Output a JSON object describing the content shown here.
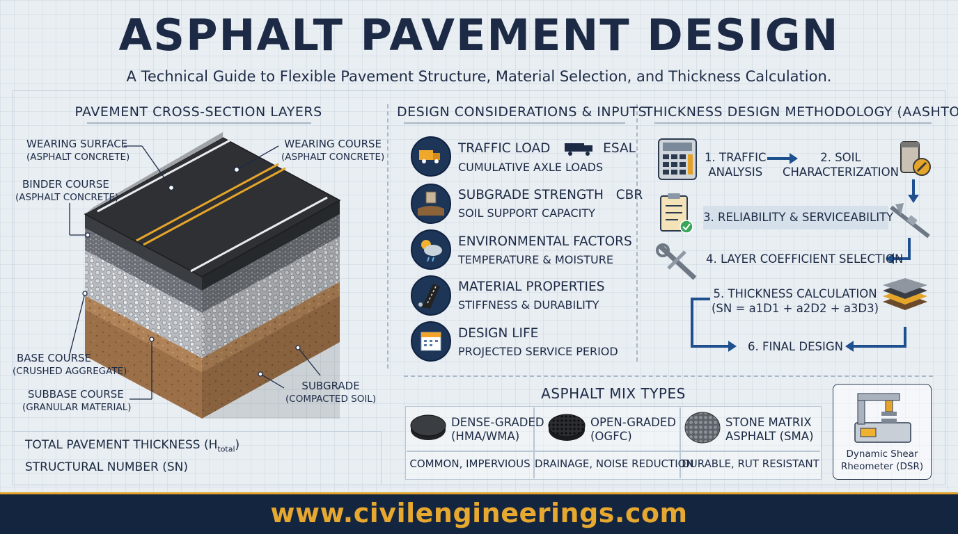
{
  "header": {
    "title": "ASPHALT PAVEMENT DESIGN",
    "subtitle": "A Technical Guide to Flexible Pavement Structure, Material Selection, and Thickness Calculation."
  },
  "cross_section": {
    "heading": "PAVEMENT CROSS-SECTION LAYERS",
    "labels": [
      {
        "name": "WEARING SURFACE",
        "sub": "(ASPHALT CONCRETE)"
      },
      {
        "name": "WEARING COURSE",
        "sub": "(ASPHALT CONCRETE)"
      },
      {
        "name": "BINDER COURSE",
        "sub": "(ASPHALT CONCRETE)"
      },
      {
        "name": "BASE COURSE",
        "sub": "(CRUSHED AGGREGATE)"
      },
      {
        "name": "SUBBASE COURSE",
        "sub": "(GRANULAR MATERIAL)"
      },
      {
        "name": "SUBGRADE",
        "sub": "(COMPACTED SOIL)"
      }
    ],
    "total_thickness": "TOTAL PAVEMENT THICKNESS (H",
    "total_sub": "total",
    "total_close": ")",
    "structural_number": "STRUCTURAL NUMBER (SN)"
  },
  "considerations": {
    "heading": "DESIGN CONSIDERATIONS & INPUTS",
    "items": [
      {
        "title": "TRAFFIC LOAD",
        "extra": "ESAL",
        "sub": "CUMULATIVE AXLE LOADS",
        "icon": "truck-icon"
      },
      {
        "title": "SUBGRADE STRENGTH",
        "extra": "CBR",
        "sub": "SOIL SUPPORT CAPACITY",
        "icon": "soil-sample-icon"
      },
      {
        "title": "ENVIRONMENTAL FACTORS",
        "extra": "",
        "sub": "TEMPERATURE & MOISTURE",
        "icon": "weather-icon"
      },
      {
        "title": "MATERIAL PROPERTIES",
        "extra": "",
        "sub": "STIFFNESS & DURABILITY",
        "icon": "road-material-icon"
      },
      {
        "title": "DESIGN LIFE",
        "extra": "",
        "sub": "PROJECTED SERVICE PERIOD",
        "icon": "calendar-icon"
      }
    ]
  },
  "methodology": {
    "heading": "THICKNESS DESIGN METHODOLOGY (AASHTO)",
    "steps": {
      "s1a": "1. TRAFFIC",
      "s1b": "ANALYSIS",
      "s2a": "2. SOIL",
      "s2b": "CHARACTERIZATION",
      "s3": "3. RELIABILITY & SERVICEABILITY",
      "s4": "4. LAYER COEFFICIENT SELECTION",
      "s5a": "5. THICKNESS CALCULATION",
      "s5b": "(SN = a1D1 + a2D2 + a3D3)",
      "s6": "6. FINAL DESIGN"
    }
  },
  "mix_types": {
    "heading": "ASPHALT MIX TYPES",
    "items": [
      {
        "title1": "DENSE-GRADED",
        "title2": "(HMA/WMA)",
        "desc": "COMMON, IMPERVIOUS"
      },
      {
        "title1": "OPEN-GRADED",
        "title2": "(OGFC)",
        "desc": "DRAINAGE, NOISE REDUCTION"
      },
      {
        "title1": "STONE MATRIX",
        "title2": "ASPHALT (SMA)",
        "desc": "DURABLE, RUT RESISTANT"
      }
    ]
  },
  "dsr": {
    "line1": "Dynamic Shear",
    "line2": "Rheometer (DSR)"
  },
  "footer": {
    "url": "www.civilengineerings.com"
  },
  "colors": {
    "navy": "#1c2a45",
    "accent": "#e2a32a",
    "asphalt": "#2a2c30",
    "soil": "#9a6f44"
  }
}
